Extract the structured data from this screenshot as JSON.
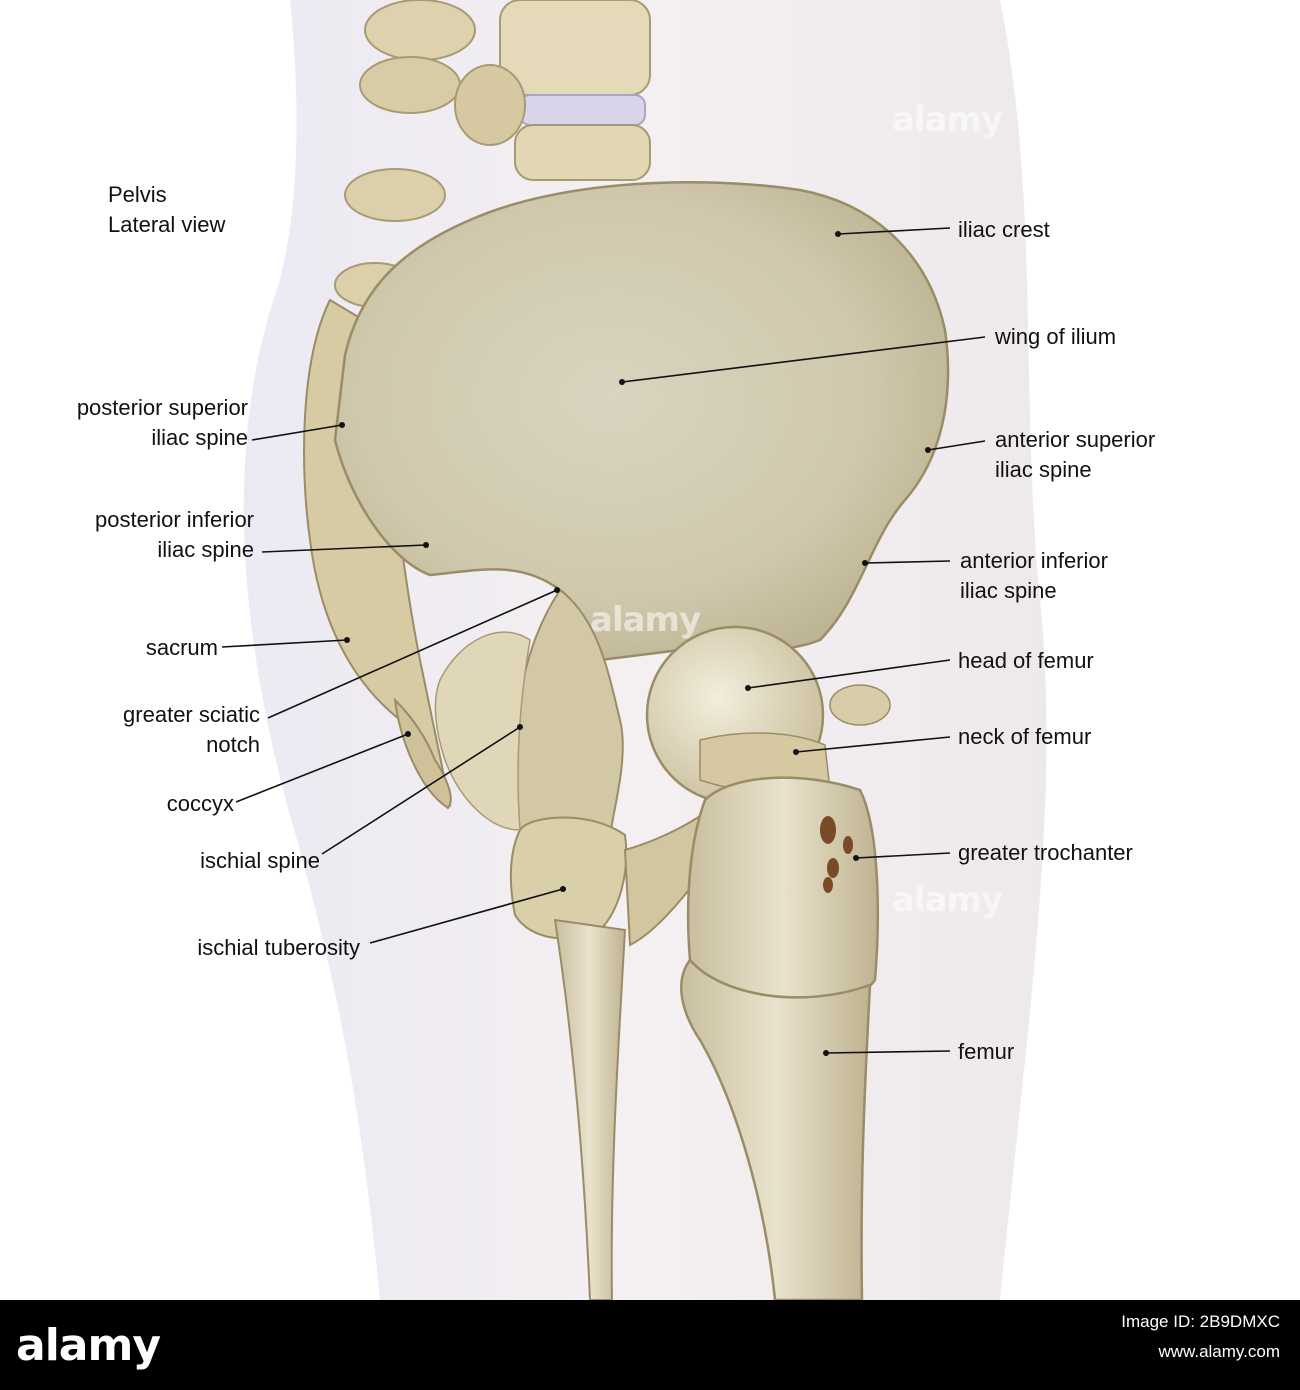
{
  "title": {
    "line1": "Pelvis",
    "line2": "Lateral view"
  },
  "labels": {
    "iliac_crest": "iliac crest",
    "wing_of_ilium": "wing of ilium",
    "anterior_superior_1": "anterior superior",
    "anterior_superior_2": "iliac spine",
    "anterior_inferior_1": "anterior inferior",
    "anterior_inferior_2": "iliac spine",
    "head_of_femur": "head of femur",
    "neck_of_femur": "neck of femur",
    "greater_trochanter": "greater trochanter",
    "femur": "femur",
    "posterior_superior_1": "posterior superior",
    "posterior_superior_2": "iliac spine",
    "posterior_inferior_1": "posterior inferior",
    "posterior_inferior_2": "iliac spine",
    "sacrum": "sacrum",
    "greater_sciatic_1": "greater sciatic",
    "greater_sciatic_2": "notch",
    "coccyx": "coccyx",
    "ischial_spine": "ischial spine",
    "ischial_tuberosity": "ischial tuberosity"
  },
  "watermark": "alamy",
  "footer": {
    "brand": "alamy",
    "image_id": "Image ID: 2B9DMXC",
    "url": "www.alamy.com"
  },
  "colors": {
    "bone": "#e6dcc4",
    "bone_shadow": "#b9ad8f",
    "skin": "#ece8ee",
    "background": "#ffffff"
  }
}
